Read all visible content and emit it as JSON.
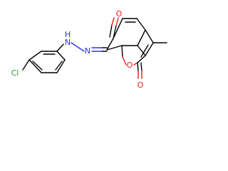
{
  "molecule": {
    "atoms": {
      "chlorine": "Cl",
      "amine_h": "H",
      "amine_n": "N",
      "azo_n": "N",
      "ketone_o": "O",
      "ring_o": "O",
      "lactone_o": "O"
    },
    "colors": {
      "carbon_bond": "#000000",
      "nitrogen": "#2b35e0",
      "oxygen": "#ee1d1d",
      "chlorine": "#1f9a3a"
    }
  }
}
